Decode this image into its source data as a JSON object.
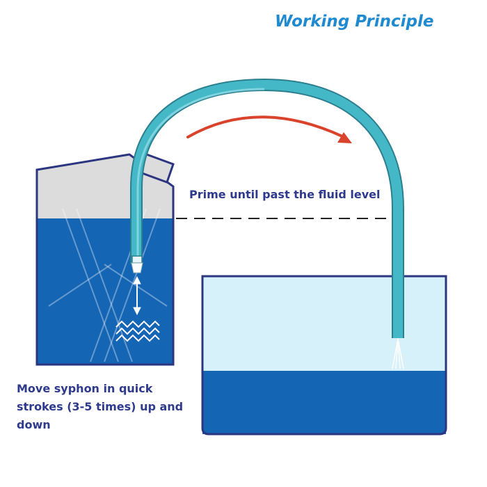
{
  "title": "Working Principle",
  "labels": {
    "prime": "Prime until past the fluid level",
    "move": "Move syphon in quick strokes (3-5 times) up and down"
  },
  "colors": {
    "title": "#1f8ad0",
    "label_text": "#2e3a8c",
    "fluid_dark": "#1565b5",
    "fluid_light": "#d7f1fa",
    "container_empty": "#dcdcdc",
    "container_outline": "#2b3580",
    "hose": "#45b8c8",
    "arrow": "#d9432c"
  },
  "icons": {
    "flow_arrow": "curved-arrow-icon",
    "stroke_arrow": "double-arrow-icon",
    "agitation": "wave-icon"
  }
}
